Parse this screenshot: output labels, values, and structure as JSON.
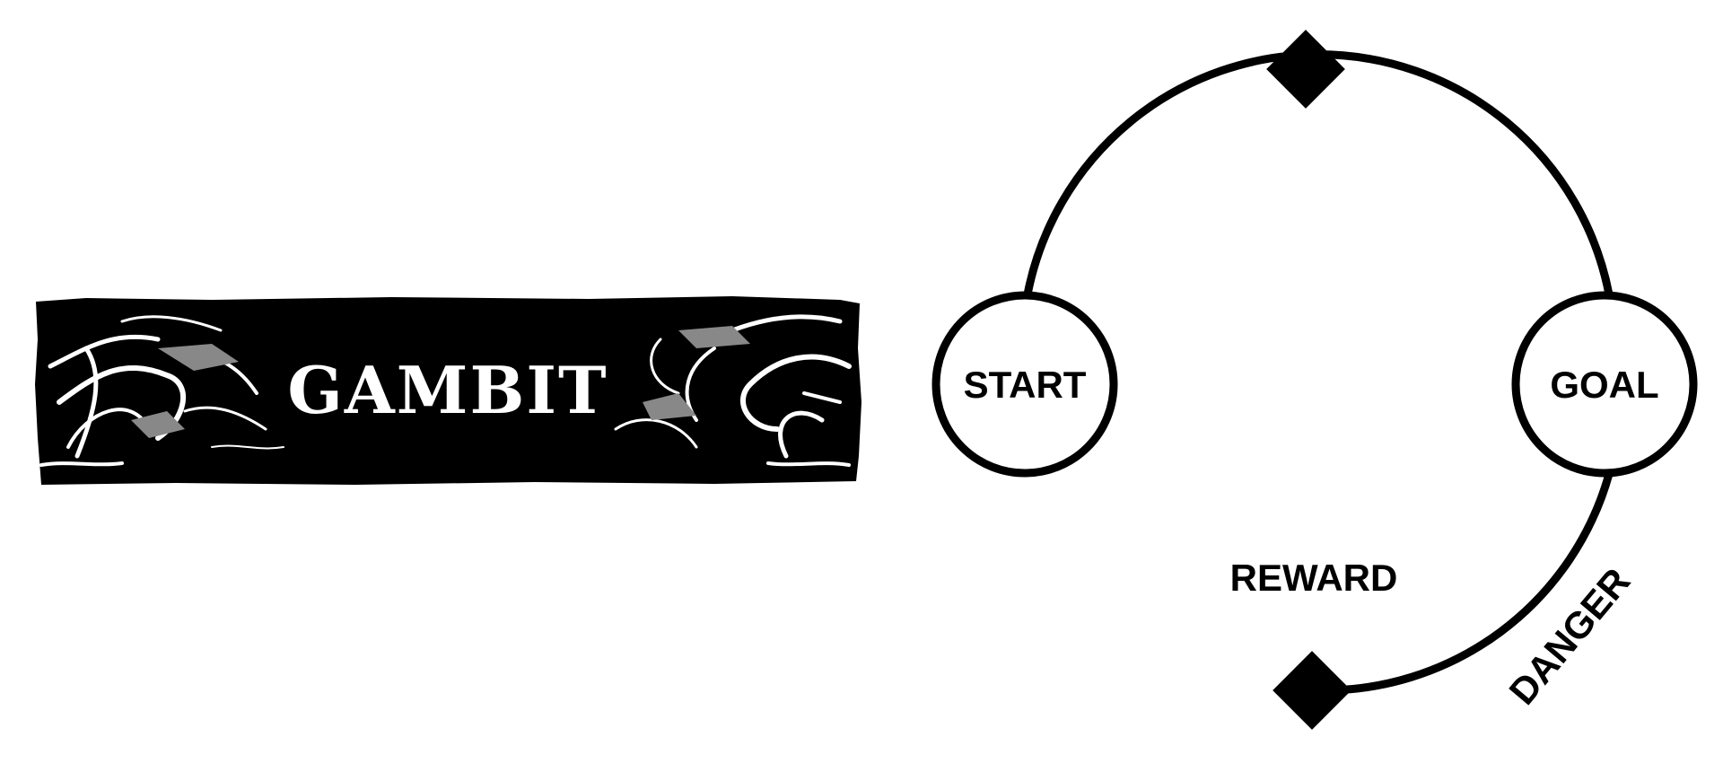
{
  "banner": {
    "title": "GAMBIT",
    "background_color": "#000000",
    "text_color": "#ffffff"
  },
  "diagram": {
    "nodes": {
      "start": "START",
      "goal": "GOAL"
    },
    "labels": {
      "reward": "REWARD",
      "danger": "DANGER"
    },
    "stroke_color": "#000000"
  }
}
